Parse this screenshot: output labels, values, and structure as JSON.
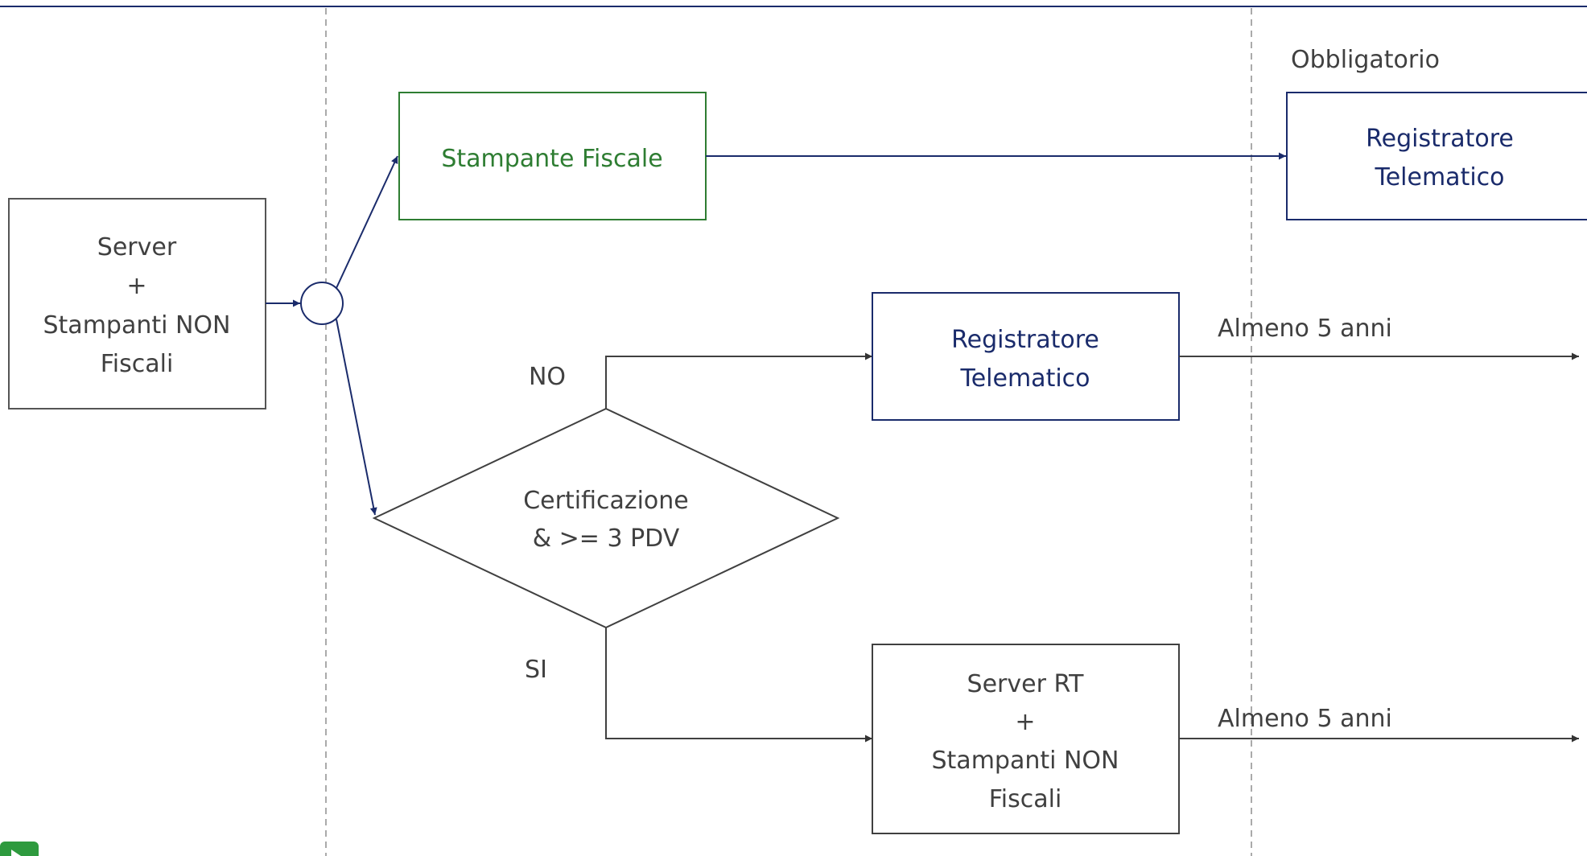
{
  "colors": {
    "navy": "#1a2b6b",
    "green": "#2e7d32",
    "gray_text": "#404040",
    "gray_border": "#555555",
    "divider": "#aaaaaa"
  },
  "nodes": {
    "server_source": {
      "lines": [
        "Server",
        "+",
        "Stampanti NON",
        "Fiscali"
      ]
    },
    "stampante_fiscale": {
      "lines": [
        "Stampante Fiscale"
      ]
    },
    "registratore_top": {
      "lines": [
        "Registratore",
        "Telematico"
      ]
    },
    "registratore_mid": {
      "lines": [
        "Registratore",
        "Telematico"
      ]
    },
    "decision": {
      "lines": [
        "Certificazione",
        "& >= 3 PDV"
      ]
    },
    "server_rt": {
      "lines": [
        "Server RT",
        "+",
        "Stampanti NON",
        "Fiscali"
      ]
    }
  },
  "labels": {
    "obbligatorio": "Obbligatorio",
    "no": "NO",
    "si": "SI",
    "retention_mid": "Almeno 5 anni",
    "retention_bottom": "Almeno 5 anni"
  },
  "icons": {
    "corner_badge": "green-corner-badge-icon"
  }
}
